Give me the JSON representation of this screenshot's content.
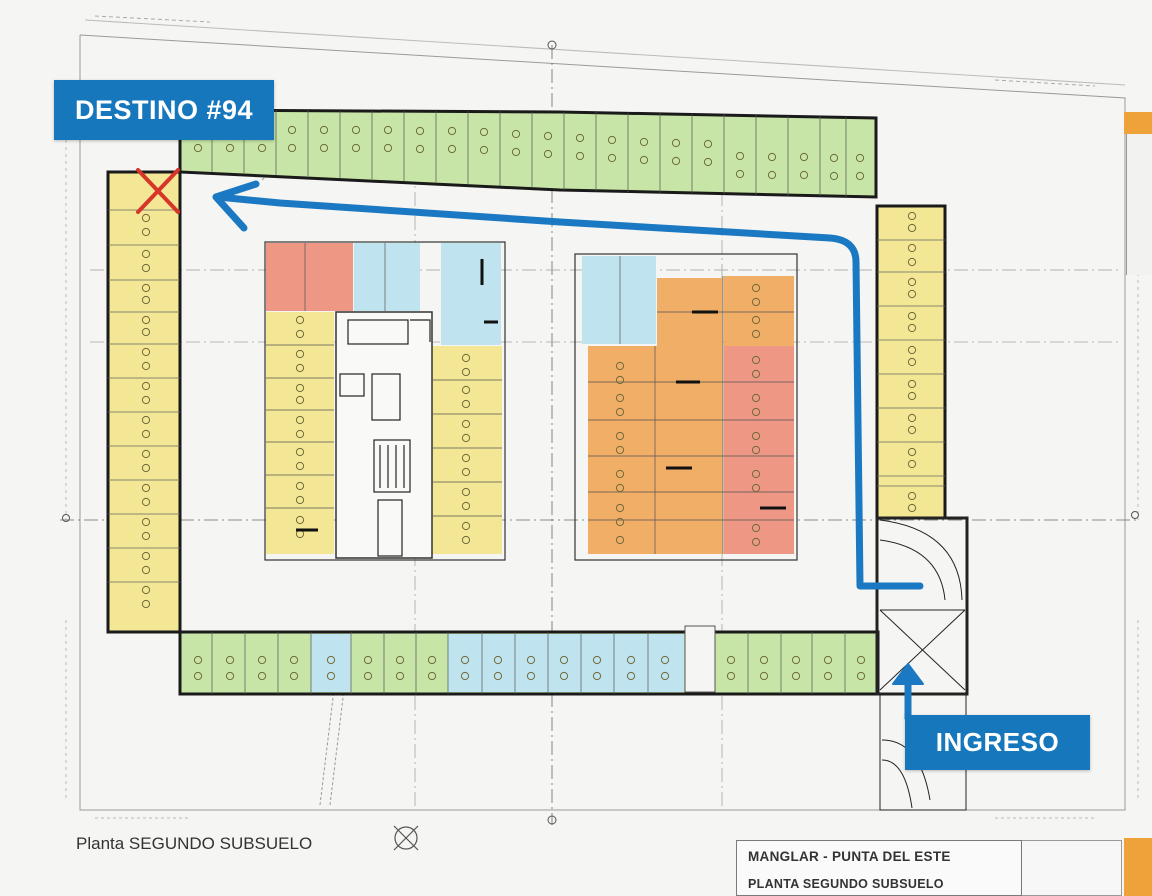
{
  "labels": {
    "destination": "DESTINO #94",
    "entry": "INGRESO"
  },
  "caption": "Planta SEGUNDO SUBSUELO",
  "title_block": {
    "project": "MANGLAR - PUNTA DEL ESTE",
    "sheet": "PLANTA SEGUNDO SUBSUELO"
  },
  "colors": {
    "route": "#1a79c2",
    "label_bg": "#1677bd",
    "destination_marker": "#d8352a",
    "spot_green": "#c7e5a6",
    "spot_yellow": "#f3e795",
    "spot_blue": "#bfe3ef",
    "spot_red": "#ee9784",
    "spot_orange": "#f0ae66",
    "wall": "#1a1a1a"
  },
  "icons": {
    "destination_marker": "x-mark-icon",
    "north_arrow": "north-arrow-icon",
    "entry_arrow": "arrow-up-icon",
    "route_arrow": "arrow-left-icon"
  }
}
